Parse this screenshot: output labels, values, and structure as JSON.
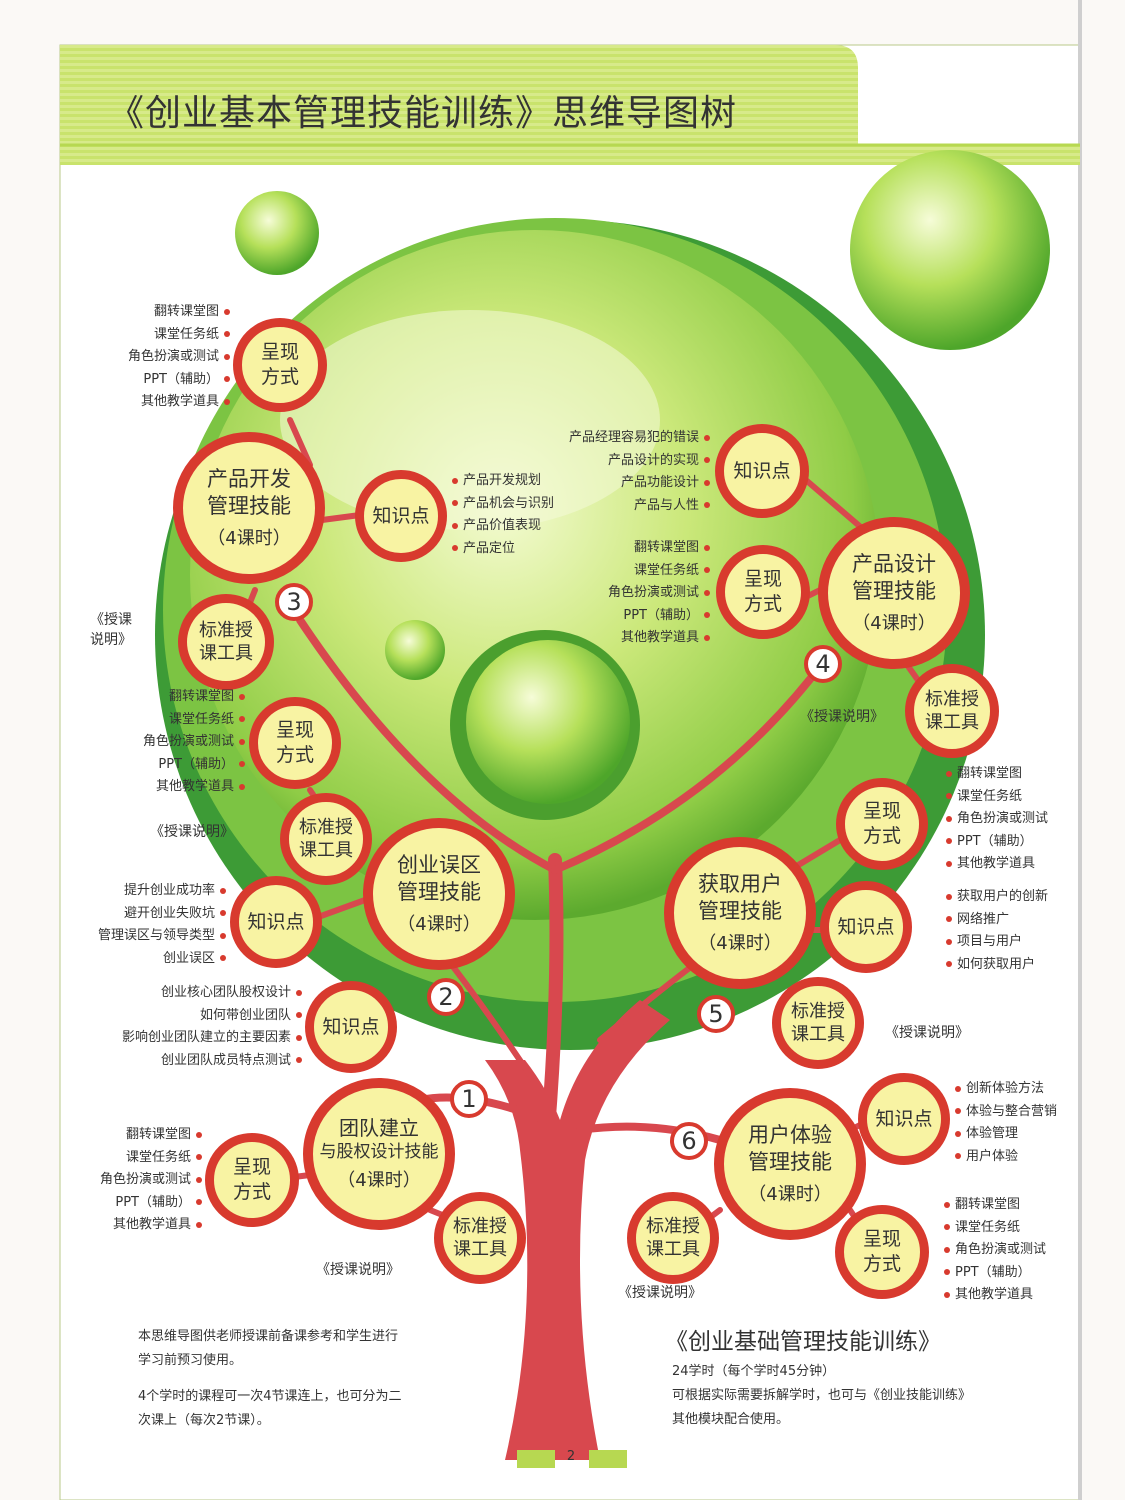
{
  "page": {
    "title": "《创业基本管理技能训练》思维导图树",
    "page_number": "2"
  },
  "colors": {
    "accent_red": "#d83a2e",
    "node_fill": "#f8f3a3",
    "banner_green": "#c2e066",
    "ball_green": "#6dbb37",
    "dark_green": "#3c9a36"
  },
  "nodes": {
    "n1": {
      "line1": "团队建立",
      "line2": "与股权设计技能",
      "hours": "（4课时）",
      "number": "1"
    },
    "n2": {
      "line1": "创业误区",
      "line2": "管理技能",
      "hours": "（4课时）",
      "number": "2"
    },
    "n3": {
      "line1": "产品开发",
      "line2": "管理技能",
      "hours": "（4课时）",
      "number": "3"
    },
    "n4": {
      "line1": "产品设计",
      "line2": "管理技能",
      "hours": "（4课时）",
      "number": "4"
    },
    "n5": {
      "line1": "获取用户",
      "line2": "管理技能",
      "hours": "（4课时）",
      "number": "5"
    },
    "n6": {
      "line1": "用户体验",
      "line2": "管理技能",
      "hours": "（4课时）",
      "number": "6"
    }
  },
  "labels": {
    "present_a": "呈现",
    "present_b": "方式",
    "knowledge": "知识点",
    "tool_a": "标准授",
    "tool_b": "课工具",
    "teach_note": "《授课说明》",
    "teach_note_a": "《授课",
    "teach_note_b": "说明》"
  },
  "lists": {
    "present_items": [
      "翻转课堂图",
      "课堂任务纸",
      "角色扮演或测试",
      "PPT（辅助）",
      "其他教学道具"
    ],
    "k3": [
      "产品开发规划",
      "产品机会与识别",
      "产品价值表现",
      "产品定位"
    ],
    "k4": [
      "产品经理容易犯的错误",
      "产品设计的实现",
      "产品功能设计",
      "产品与人性"
    ],
    "k2": [
      "提升创业成功率",
      "避开创业失败坑",
      "管理误区与领导类型",
      "创业误区"
    ],
    "k5": [
      "获取用户的创新",
      "网络推广",
      "项目与用户",
      "如何获取用户"
    ],
    "k1": [
      "创业核心团队股权设计",
      "如何带创业团队",
      "影响创业团队建立的主要因素",
      "创业团队成员特点测试"
    ],
    "k6": [
      "创新体验方法",
      "体验与整合营销",
      "体验管理",
      "用户体验"
    ]
  },
  "notes": {
    "left_p1_a": "本思维导图供老师授课前备课参考和学生进行",
    "left_p1_b": "学习前预习使用。",
    "left_p2_a": "4个学时的课程可一次4节课连上，也可分为二",
    "left_p2_b": "次课上（每次2节课）。",
    "book_title": "《创业基础管理技能训练》",
    "hours_line": "24学时（每个学时45分钟）",
    "usage_a": "可根据实际需要拆解学时，也可与《创业技能训练》",
    "usage_b": "其他模块配合使用。"
  }
}
